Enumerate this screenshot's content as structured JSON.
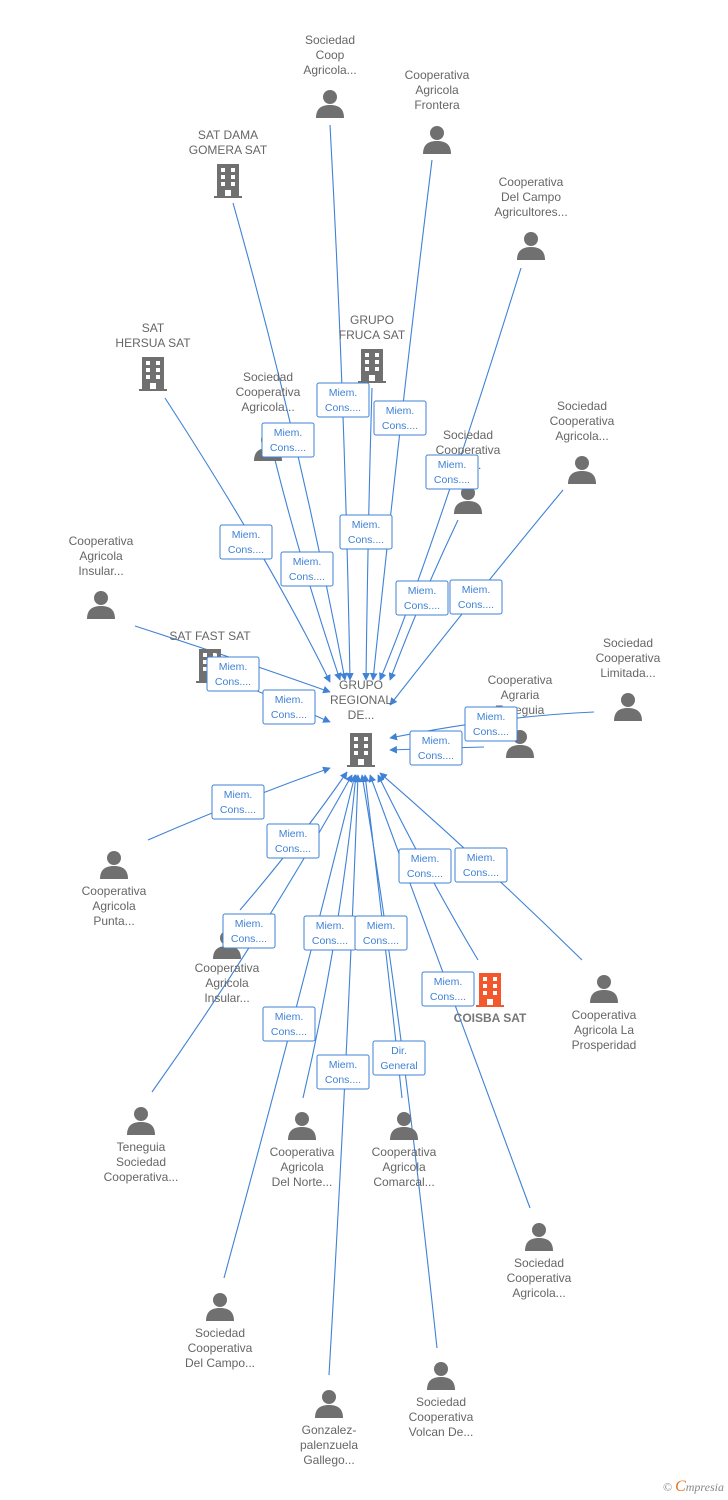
{
  "colors": {
    "edge": "#3f82d6",
    "node_gray": "#707070",
    "node_accent": "#f2582b",
    "label": "#666666"
  },
  "center": {
    "id": "grupo",
    "label": [
      "GRUPO",
      "REGIONAL",
      "DE..."
    ],
    "icon": "building-icon"
  },
  "nodes": [
    {
      "id": "sociedad_coop_top",
      "type": "person",
      "label": [
        "Sociedad",
        "Coop",
        "Agricola..."
      ]
    },
    {
      "id": "coop_frontera",
      "type": "person",
      "label": [
        "Cooperativa",
        "Agricola",
        "Frontera"
      ]
    },
    {
      "id": "sat_dama",
      "type": "company",
      "label": [
        "SAT DAMA",
        "GOMERA SAT"
      ]
    },
    {
      "id": "coop_campo_agric",
      "type": "person",
      "label": [
        "Cooperativa",
        "Del Campo",
        "Agricultores..."
      ]
    },
    {
      "id": "grupo_fruca",
      "type": "company",
      "label": [
        "GRUPO",
        "FRUCA SAT"
      ]
    },
    {
      "id": "sat_hersua",
      "type": "company",
      "label": [
        "SAT",
        "HERSUA SAT"
      ]
    },
    {
      "id": "soc_coop_agric_1",
      "type": "person",
      "label": [
        "Sociedad",
        "Cooperativa",
        "Agricola..."
      ]
    },
    {
      "id": "soc_coop_a",
      "type": "person",
      "label": [
        "Sociedad",
        "Cooperativa",
        "...a..."
      ]
    },
    {
      "id": "soc_coop_agric_2",
      "type": "person",
      "label": [
        "Sociedad",
        "Cooperativa",
        "Agricola..."
      ]
    },
    {
      "id": "coop_insular_1",
      "type": "person",
      "label": [
        "Cooperativa",
        "Agricola",
        "Insular..."
      ]
    },
    {
      "id": "sat_fast",
      "type": "company",
      "label": [
        "SAT FAST SAT"
      ]
    },
    {
      "id": "soc_coop_limitada",
      "type": "person",
      "label": [
        "Sociedad",
        "Cooperativa",
        "Limitada..."
      ]
    },
    {
      "id": "coop_agraria",
      "type": "person",
      "label": [
        "Cooperativa",
        "Agraria",
        "Teneguia"
      ]
    },
    {
      "id": "coop_punta",
      "type": "person",
      "label": [
        "Cooperativa",
        "Agricola",
        "Punta..."
      ]
    },
    {
      "id": "coop_insular_2",
      "type": "person",
      "label": [
        "Cooperativa",
        "Agricola",
        "Insular..."
      ]
    },
    {
      "id": "coisba",
      "type": "company_accent",
      "label": [
        "COISBA SAT"
      ]
    },
    {
      "id": "coop_prosperidad",
      "type": "person",
      "label": [
        "Cooperativa",
        "Agricola La",
        "Prosperidad"
      ]
    },
    {
      "id": "teneguia",
      "type": "person",
      "label": [
        "Teneguia",
        "Sociedad",
        "Cooperativa..."
      ]
    },
    {
      "id": "coop_norte",
      "type": "person",
      "label": [
        "Cooperativa",
        "Agricola",
        "Del Norte..."
      ]
    },
    {
      "id": "coop_comarcal",
      "type": "person",
      "label": [
        "Cooperativa",
        "Agricola",
        "Comarcal..."
      ]
    },
    {
      "id": "soc_coop_agric_3",
      "type": "person",
      "label": [
        "Sociedad",
        "Cooperativa",
        "Agricola..."
      ]
    },
    {
      "id": "soc_coop_campo",
      "type": "person",
      "label": [
        "Sociedad",
        "Cooperativa",
        "Del Campo..."
      ]
    },
    {
      "id": "soc_coop_volcan",
      "type": "person",
      "label": [
        "Sociedad",
        "Cooperativa",
        "Volcan De..."
      ]
    },
    {
      "id": "gonzalez",
      "type": "person",
      "label": [
        "Gonzalez-",
        "palenzuela",
        "Gallego..."
      ]
    }
  ],
  "relations": [
    {
      "label": [
        "Miem.",
        "Cons...."
      ]
    },
    {
      "label": [
        "Miem.",
        "Cons...."
      ]
    },
    {
      "label": [
        "Miem.",
        "Cons...."
      ]
    },
    {
      "label": [
        "Miem.",
        "Cons...."
      ]
    },
    {
      "label": [
        "Miem.",
        "Cons...."
      ]
    },
    {
      "label": [
        "Miem.",
        "Cons...."
      ]
    },
    {
      "label": [
        "Miem.",
        "Cons...."
      ]
    },
    {
      "label": [
        "Miem.",
        "Cons...."
      ]
    },
    {
      "label": [
        "Miem.",
        "Cons...."
      ]
    },
    {
      "label": [
        "Miem.",
        "Cons...."
      ]
    },
    {
      "label": [
        "Miem.",
        "Cons...."
      ]
    },
    {
      "label": [
        "Miem.",
        "Cons...."
      ]
    },
    {
      "label": [
        "Miem.",
        "Cons...."
      ]
    },
    {
      "label": [
        "Miem.",
        "Cons...."
      ]
    },
    {
      "label": [
        "Miem.",
        "Cons...."
      ]
    },
    {
      "label": [
        "Miem.",
        "Cons...."
      ]
    },
    {
      "label": [
        "Miem.",
        "Cons...."
      ]
    },
    {
      "label": [
        "Miem.",
        "Cons...."
      ]
    },
    {
      "label": [
        "Miem.",
        "Cons...."
      ]
    },
    {
      "label": [
        "Miem.",
        "Cons...."
      ]
    },
    {
      "label": [
        "Miem.",
        "Cons...."
      ]
    },
    {
      "label": [
        "Miem.",
        "Cons...."
      ]
    },
    {
      "label": [
        "Dir.",
        "General"
      ]
    },
    {
      "label": [
        "Miem.",
        "Cons...."
      ]
    }
  ],
  "footer": {
    "copyright": "©",
    "brand_first": "C",
    "brand_rest": "mpresia"
  }
}
